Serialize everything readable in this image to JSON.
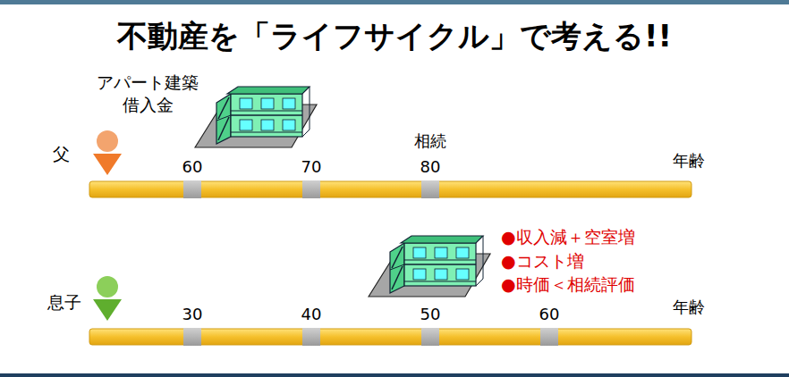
{
  "diagram": {
    "title": "不動産を「ライフサイクル」で考える!!",
    "labels": [
      "アパート建築 借入金",
      "父",
      "60",
      "70",
      "80",
      "相続",
      "年齢",
      "息子",
      "30",
      "40",
      "50",
      "60",
      "年齢",
      "●収入減＋空室増",
      "●コスト増",
      "●時価＜相続評価"
    ]
  }
}
